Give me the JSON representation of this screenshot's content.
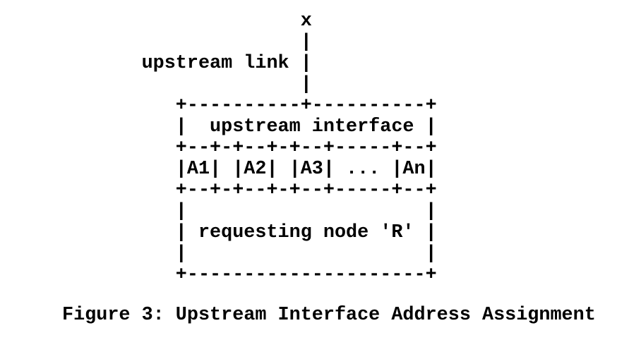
{
  "figure": {
    "lines": [
      "                     x",
      "                     |",
      "       upstream link |",
      "                     |",
      "          +----------+----------+",
      "          |  upstream interface |",
      "          +--+-+--+-+--+-----+--+",
      "          |A1| |A2| |A3| ... |An|",
      "          +--+-+--+-+--+-----+--+",
      "          |                     |",
      "          | requesting node 'R' |",
      "          |                     |",
      "          +---------------------+"
    ],
    "caption": "Figure 3: Upstream Interface Address Assignment",
    "labels": {
      "link_label": "upstream link",
      "link_endpoint": "x",
      "interface_label": "upstream interface",
      "address_slots": [
        "A1",
        "A2",
        "A3",
        "...",
        "An"
      ],
      "node_label": "requesting node 'R'"
    }
  },
  "colors": {
    "background": "#ffffff",
    "text": "#000000"
  }
}
